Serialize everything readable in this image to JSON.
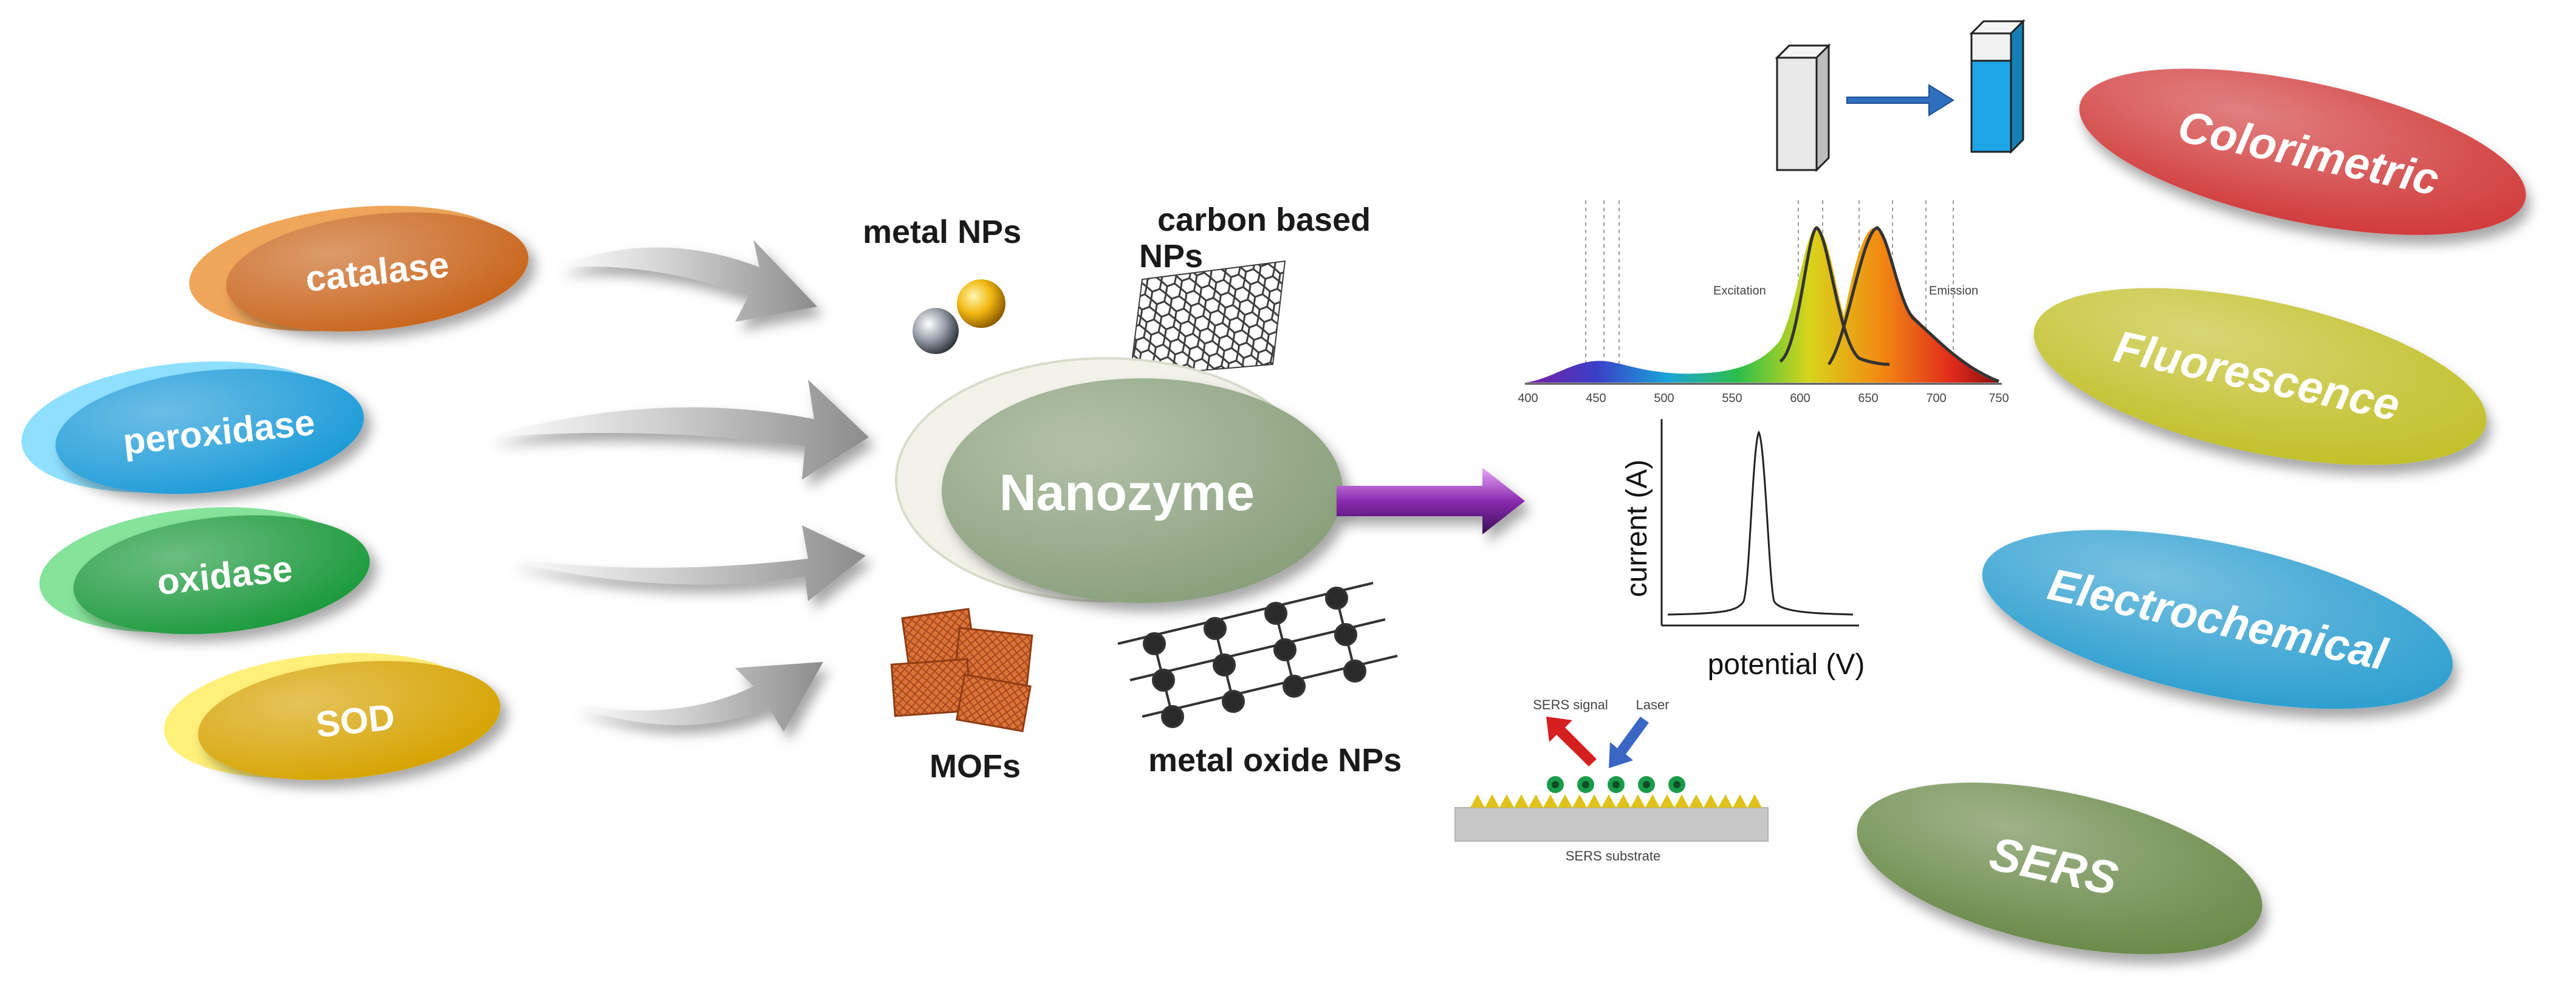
{
  "enzymes": {
    "catalase": {
      "label": "catalase",
      "color": "#c9651f",
      "edge": "#f4b068"
    },
    "peroxidase": {
      "label": "peroxidase",
      "color": "#1b9bd8",
      "edge": "#8fe0ff"
    },
    "oxidase": {
      "label": "oxidase",
      "color": "#1e9a3d",
      "edge": "#86e39a"
    },
    "sod": {
      "label": "SOD",
      "color": "#d6a300",
      "edge": "#fff07a"
    }
  },
  "center": {
    "label": "Nanozyme",
    "color": "#8aa07c"
  },
  "materials": {
    "metal_nps": "metal NPs",
    "carbon_line1": "carbon based",
    "carbon_line2": "NPs",
    "mofs": "MOFs",
    "metal_oxide": "metal oxide NPs"
  },
  "methods": {
    "colorimetric": {
      "label": "Colorimetric",
      "color": "#d13b3b"
    },
    "fluorescence": {
      "label": "Fluorescence",
      "color": "#c2c02a"
    },
    "electrochemical": {
      "label": "Electrochemical",
      "color": "#2e9fd0"
    },
    "sers": {
      "label": "SERS",
      "color": "#6b8a48"
    }
  },
  "fluorescence_panel": {
    "excitation": "Excitation",
    "emission": "Emission",
    "ticks": [
      "400",
      "450",
      "500",
      "550",
      "600",
      "650",
      "700",
      "750"
    ]
  },
  "electro_panel": {
    "ylabel": "current (A)",
    "xlabel": "potential (V)"
  },
  "sers_panel": {
    "signal": "SERS signal",
    "laser": "Laser",
    "substrate": "SERS substrate"
  }
}
